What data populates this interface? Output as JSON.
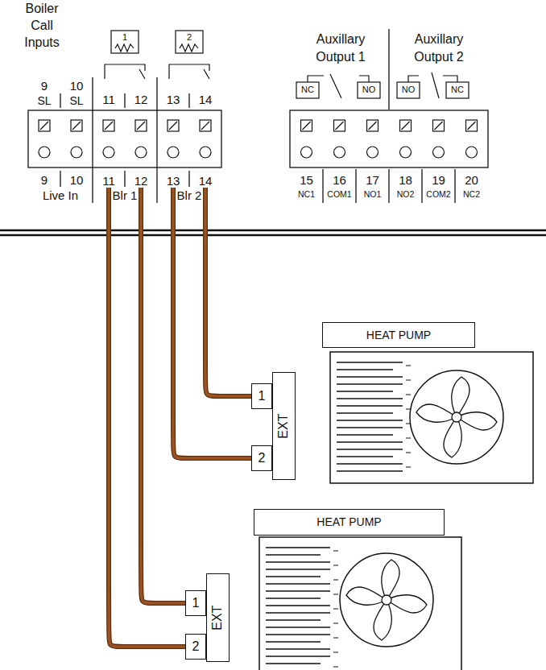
{
  "diagram": {
    "nodes": [
      {
        "text": [
          "11",
          "11"
        ]
      },
      {
        "text": [
          "12",
          "12"
        ]
      },
      {
        "text": [
          "13",
          "13"
        ]
      },
      {
        "text": [
          "14",
          "14"
        ]
      },
      {
        "text": [
          "HEAT PUMP"
        ]
      },
      {
        "text": [
          "EXT"
        ]
      },
      {
        "text": [
          "1"
        ]
      },
      {
        "text": [
          "2"
        ]
      },
      {
        "text": [
          "HEAT PUMP"
        ]
      },
      {
        "text": [
          "EXT"
        ]
      },
      {
        "text": [
          "1"
        ]
      },
      {
        "text": [
          "2"
        ]
      }
    ],
    "edges": [
      {
        "from": 3,
        "to": 6,
        "arrow": "none"
      },
      {
        "from": 2,
        "to": 7,
        "arrow": "none"
      },
      {
        "from": 1,
        "to": 10,
        "arrow": "none"
      },
      {
        "from": 0,
        "to": 11,
        "arrow": "none"
      }
    ],
    "labels": [
      "Boiler Call Inputs",
      "9",
      "10",
      "SL",
      "SL",
      "1",
      "2",
      "9",
      "10",
      "Live In",
      "Blr 1",
      "Blr 2",
      "Auxillary Output 1",
      "Auxillary Output 2",
      "NC",
      "NO",
      "NO",
      "NC",
      "15",
      "16",
      "17",
      "18",
      "19",
      "20",
      "NC1",
      "COM1",
      "NO1",
      "NO2",
      "COM2",
      "NC2"
    ]
  }
}
